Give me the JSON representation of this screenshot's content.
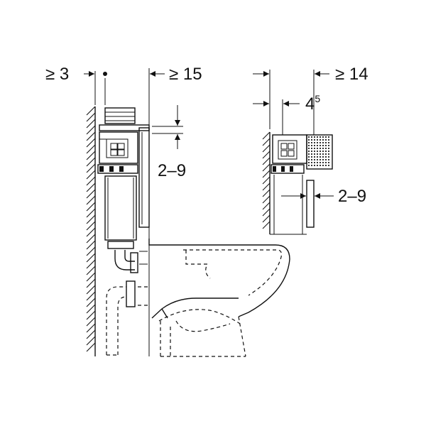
{
  "labels": {
    "wall_gap_min": "≥ 3",
    "depth_min_left": "≥ 15",
    "plate_adjust_left": "2–9",
    "depth_min_right": "≥ 14",
    "offset_base": "4",
    "offset_sup": "5",
    "plate_adjust_right": "2–9"
  }
}
